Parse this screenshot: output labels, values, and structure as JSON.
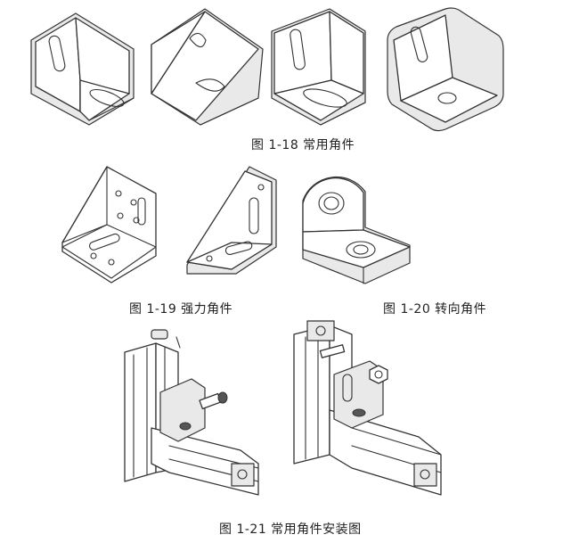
{
  "figures": {
    "fig18": {
      "caption": "图 1-18  常用角件"
    },
    "fig19": {
      "caption": "图 1-19  强力角件"
    },
    "fig20": {
      "caption": "图 1-20  转向角件"
    },
    "fig21": {
      "caption": "图 1-21  常用角件安装图"
    }
  }
}
